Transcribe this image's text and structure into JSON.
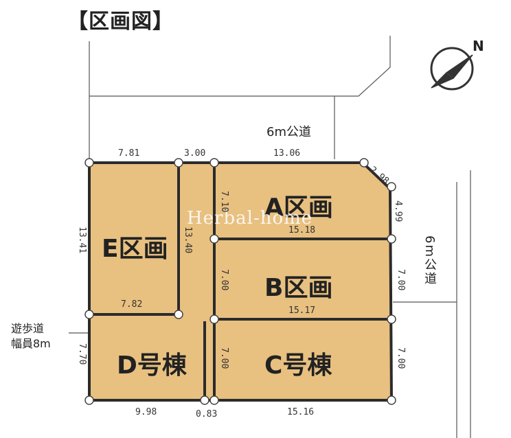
{
  "title": "【区画図】",
  "north_label": "N",
  "watermark": "Herbal-home",
  "roads": {
    "north_road": "6m公道",
    "east_road": "6m公道",
    "walkway_line1": "遊歩道",
    "walkway_line2": "幅員8m"
  },
  "lots": {
    "A": "A区画",
    "B": "B区画",
    "C": "C号棟",
    "D": "D号棟",
    "E": "E区画"
  },
  "dimensions": {
    "top_e": "7.81",
    "top_gap": "3.00",
    "top_a": "13.06",
    "corner": "2.98",
    "a_right": "4.99",
    "a_left": "7.10",
    "a_bottom": "15.18",
    "e_left": "13.41",
    "e_right": "13.40",
    "e_bottom": "7.82",
    "b_left": "7.00",
    "b_right": "7.00",
    "b_bottom": "15.17",
    "d_left": "7.70",
    "c_left": "7.00",
    "c_right": "7.00",
    "d_bottom": "9.98",
    "gap_bottom": "0.83",
    "c_bottom": "15.16"
  },
  "colors": {
    "lot_fill": "#e8c080",
    "boundary": "#2b2b2b"
  }
}
